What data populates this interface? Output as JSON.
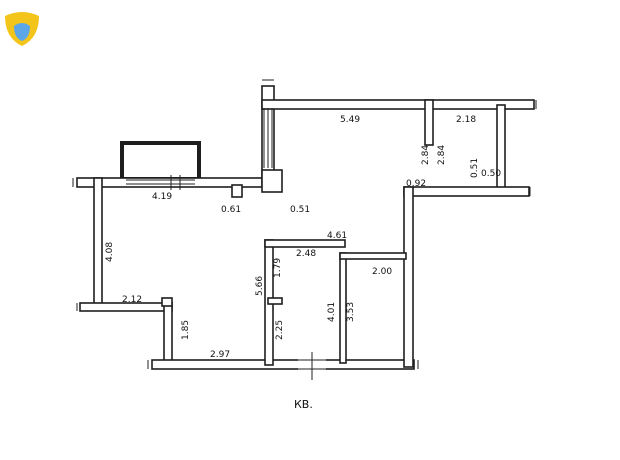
{
  "logo": {
    "name": "yellow-blue-badge-logo",
    "colors": {
      "yellow": "#f3c51b",
      "blue": "#5aa6e6"
    }
  },
  "plan": {
    "caption": "КВ.",
    "dimensions": [
      "5.49",
      "2.18",
      "2.84",
      "2.84",
      "0.51",
      "0.50",
      "0.92",
      "4.19",
      "0.61",
      "0.51",
      "4.08",
      "4.61",
      "2.48",
      "1.79",
      "2.00",
      "5.66",
      "2.12",
      "4.01",
      "3.53",
      "1.85",
      "2.25",
      "2.97"
    ]
  }
}
